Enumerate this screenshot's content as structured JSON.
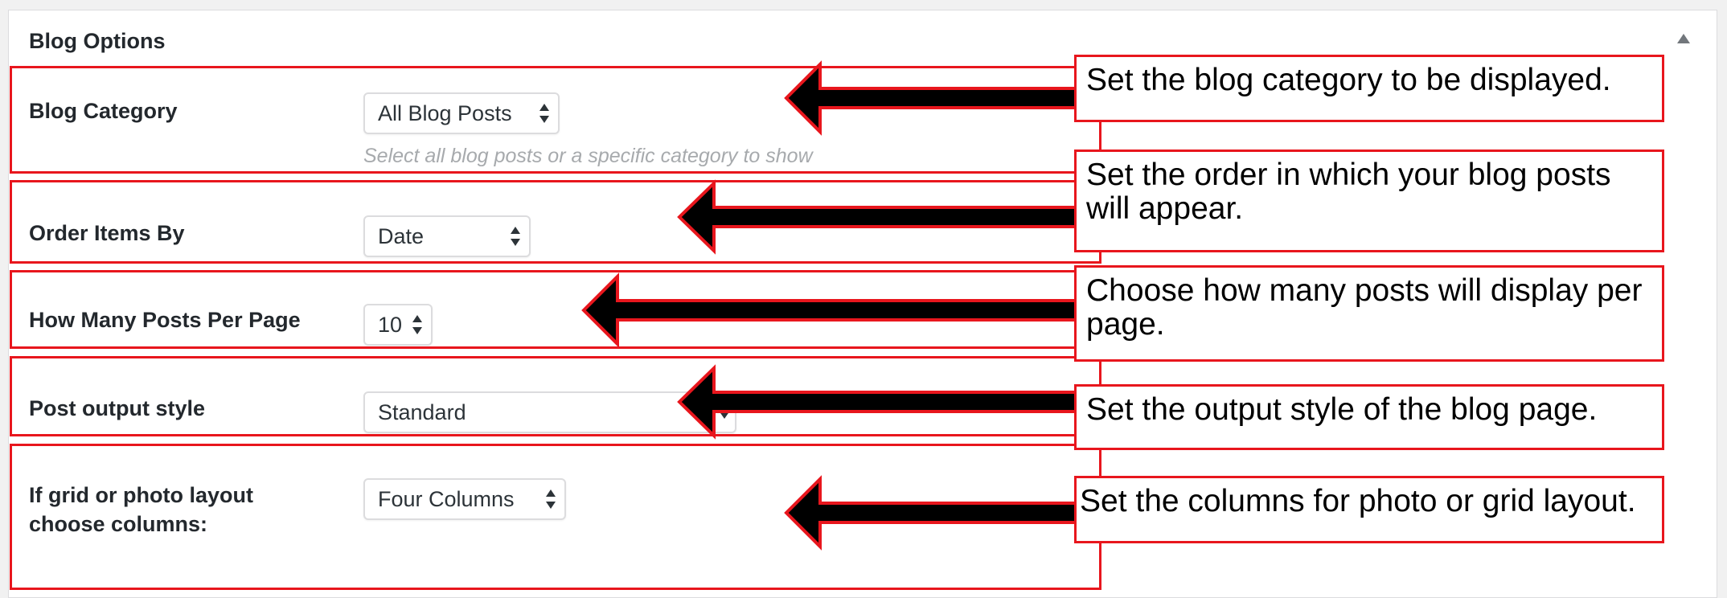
{
  "panel": {
    "title": "Blog Options",
    "toggle_icon": "triangle-up-icon"
  },
  "fields": [
    {
      "label": "Blog Category",
      "value": "All Blog Posts",
      "description": "Select all blog posts or a specific category to show"
    },
    {
      "label": "Order Items By",
      "value": "Date"
    },
    {
      "label": "How Many Posts Per Page",
      "value": "10"
    },
    {
      "label": "Post output style",
      "value": "Standard"
    },
    {
      "label": "If grid or photo layout choose columns:",
      "value": "Four Columns"
    }
  ],
  "annotations": [
    {
      "text": "Set the blog category to be displayed."
    },
    {
      "text": "Set the order in which your blog posts will appear."
    },
    {
      "text": "Choose how many posts will display per page."
    },
    {
      "text": "Set the output style of the blog page."
    },
    {
      "text": "Set the columns for photo or grid layout."
    }
  ],
  "colors": {
    "annotation_red": "#e8161d",
    "arrow_black": "#000000",
    "panel_bg": "#ffffff",
    "page_bg": "#f1f1f1"
  }
}
